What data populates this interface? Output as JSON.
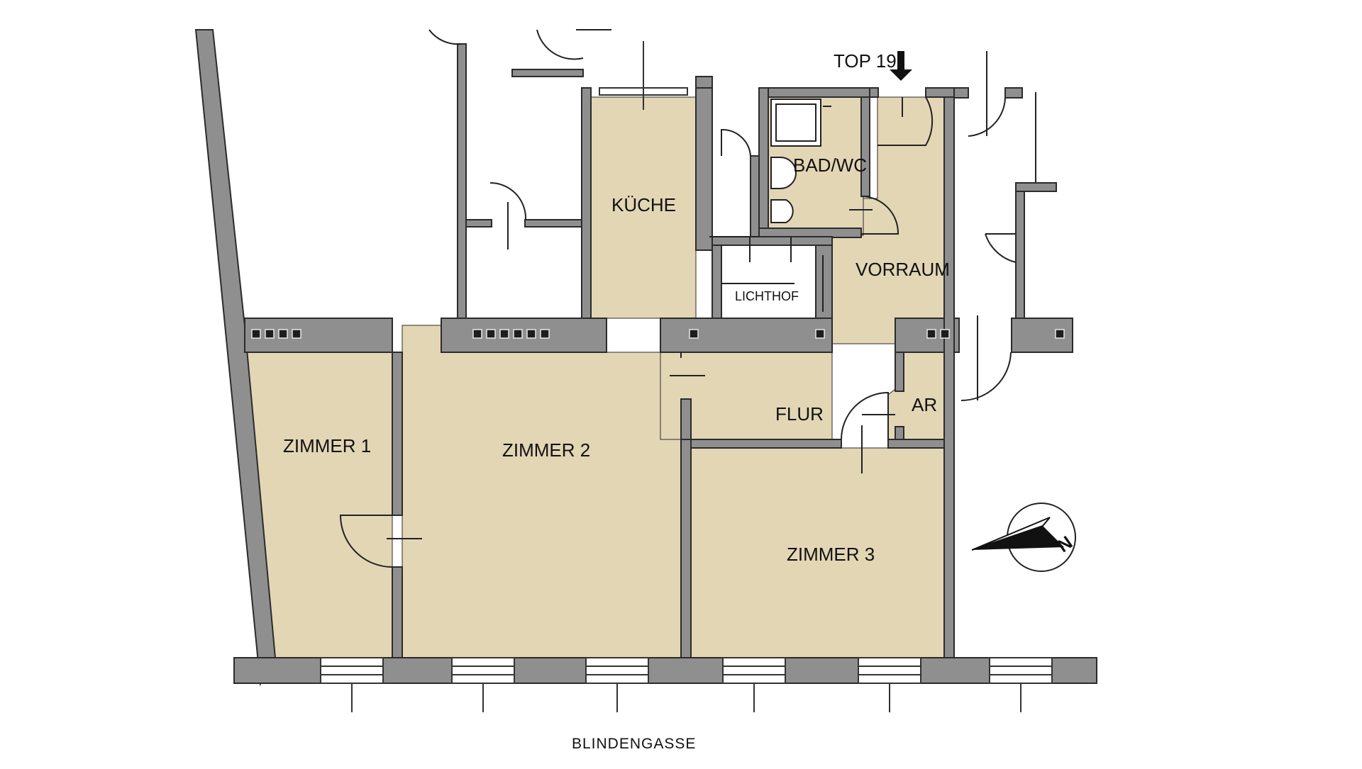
{
  "plan": {
    "unit_label": "TOP 19",
    "street": "BLINDENGASSE",
    "compass_letter": "N",
    "rooms": {
      "kueche": "KÜCHE",
      "bad_wc": "BAD/WC",
      "vorraum": "VORRAUM",
      "lichthof": "LICHTHOF",
      "flur": "FLUR",
      "ar": "AR",
      "zimmer1": "ZIMMER 1",
      "zimmer2": "ZIMMER 2",
      "zimmer3": "ZIMMER 3"
    },
    "colors": {
      "room_fill": "#e3d6b5",
      "wall_fill": "#8f8f8f",
      "wall_stroke": "#2b2b2b",
      "line": "#222222",
      "background": "#ffffff"
    }
  }
}
